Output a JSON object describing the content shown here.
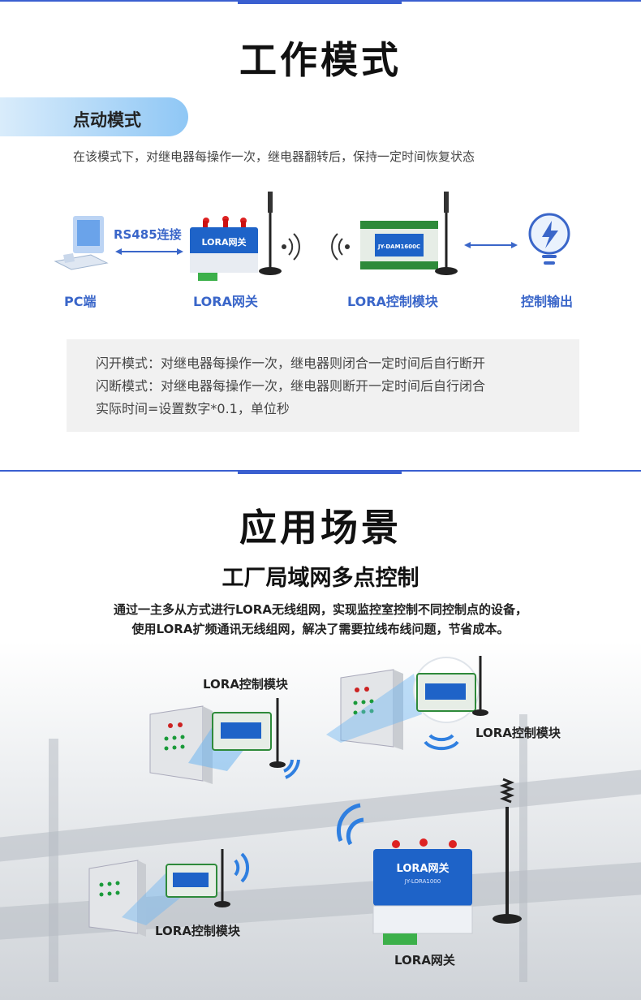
{
  "section1": {
    "title": "工作模式",
    "mode_pill": "点动模式",
    "description": "在该模式下，对继电器每操作一次，继电器翻转后，保持一定时间恢复状态",
    "flow": {
      "link_label": "RS485连接",
      "pc_label": "PC端",
      "gateway_label": "LORA网关",
      "gateway_device_title": "LORA网关",
      "module_label": "LORA控制模块",
      "module_device_title": "JY-DAM1600C",
      "output_label": "控制输出"
    },
    "info_lines": [
      "闪开模式：对继电器每操作一次，继电器则闭合一定时间后自行断开",
      "闪断模式：对继电器每操作一次，继电器则断开一定时间后自行闭合",
      "实际时间=设置数字*0.1，单位秒"
    ]
  },
  "section2": {
    "title": "应用场景",
    "subtitle": "工厂局域网多点控制",
    "description_lines": [
      "通过一主多从方式进行LORA无线组网，实现监控室控制不同控制点的设备，",
      "使用LORA扩频通讯无线组网，解决了需要拉线布线问题，节省成本。"
    ],
    "scene_labels": {
      "module_top_left": "LORA控制模块",
      "module_top_right": "LORA控制模块",
      "module_bottom_left": "LORA控制模块",
      "gateway": "LORA网关"
    },
    "gateway_device_title": "LORA网关",
    "gateway_device_model": "JY-LORA1000"
  },
  "colors": {
    "accent": "#3a5fd0",
    "label_blue": "#3a66c9",
    "device_blue": "#1e63c8"
  }
}
